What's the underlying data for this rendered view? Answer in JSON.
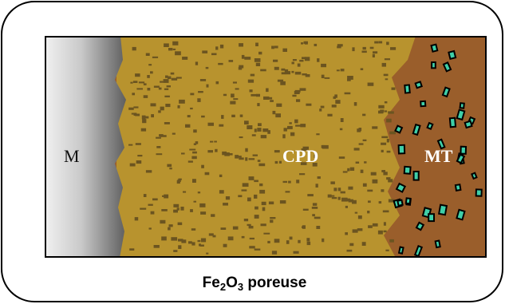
{
  "labels": {
    "metal": "M",
    "compact_layer": "CPD",
    "outer_layer": "MT"
  },
  "caption": {
    "prefix": "Fe",
    "sub1": "2",
    "mid": "O",
    "sub2": "3",
    "suffix": " poreuse"
  },
  "colors": {
    "metal_light": "#f1f1f1",
    "metal_dark": "#5e5e5e",
    "compact_layer": "#b8932e",
    "outer_layer": "#9a5e2b",
    "pores": "#6b5420",
    "crystals": "#3fcfa8",
    "frame": "#000000",
    "label_light": "#ffffff",
    "label_dark": "#111111"
  }
}
